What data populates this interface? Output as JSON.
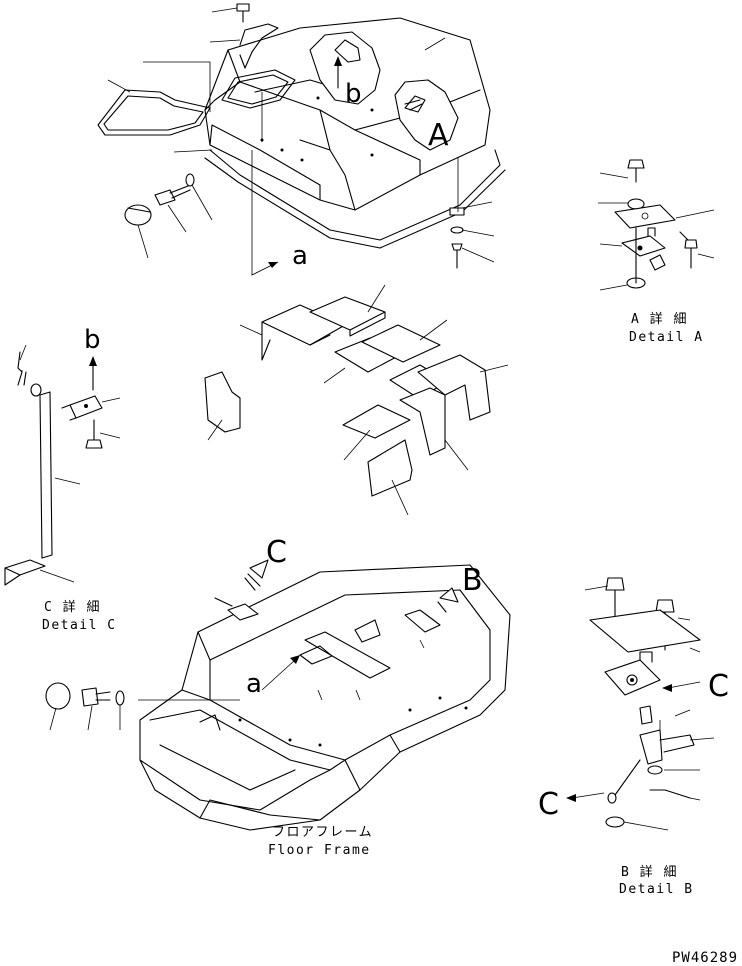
{
  "labels": {
    "view_A": "A",
    "view_b_arrow": "b",
    "view_a_arrow": "a",
    "view_b_left": "b",
    "view_C": "C",
    "view_B": "B",
    "view_a_lower": "a",
    "view_C_right": "C",
    "view_C_lower": "C"
  },
  "captions": {
    "detail_a_jp": "A 詳 細",
    "detail_a_en": "Detail A",
    "detail_c_jp": "C 詳 細",
    "detail_c_en": "Detail C",
    "detail_b_jp": "B 詳 細",
    "detail_b_en": "Detail B",
    "floor_frame_jp": "フロアフレーム",
    "floor_frame_en": "Floor Frame"
  },
  "drawing_code": "PW46289"
}
